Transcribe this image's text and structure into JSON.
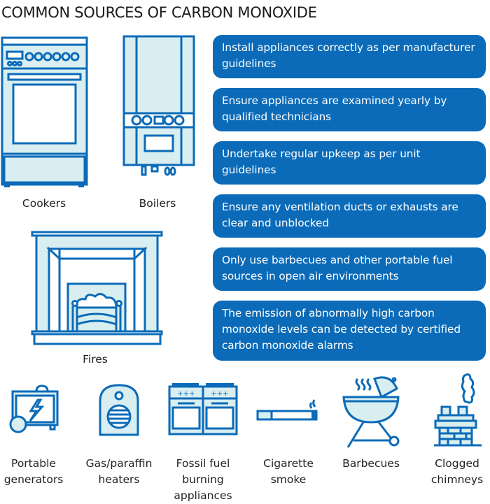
{
  "title": "COMMON SOURCES OF CARBON MONOXIDE",
  "colors": {
    "accent": "#0b6bb8",
    "icon_fill": "#d8eef0"
  },
  "main_sources": [
    {
      "icon": "cooker-icon",
      "label": "Cookers"
    },
    {
      "icon": "boiler-icon",
      "label": "Boilers"
    },
    {
      "icon": "fireplace-icon",
      "label": "Fires"
    }
  ],
  "tips": [
    "Install appliances correctly as per manufacturer guidelines",
    "Ensure appliances are examined yearly by qualified technicians",
    "Undertake regular upkeep as per unit guidelines",
    "Ensure any ventilation ducts or exhausts are clear and unblocked",
    "Only use barbecues and other portable fuel sources in open air environments",
    "The emission of abnormally high carbon monoxide levels can be detected by certified carbon monoxide alarms"
  ],
  "other_sources": [
    {
      "icon": "generator-icon",
      "line1": "Portable",
      "line2": "generators",
      "line3": ""
    },
    {
      "icon": "heater-icon",
      "line1": "Gas/paraffin",
      "line2": "heaters",
      "line3": ""
    },
    {
      "icon": "range-cooker-icon",
      "line1": "Fossil fuel",
      "line2": "burning",
      "line3": "appliances"
    },
    {
      "icon": "cigarette-icon",
      "line1": "Cigarette",
      "line2": "smoke",
      "line3": ""
    },
    {
      "icon": "barbecue-icon",
      "line1": "Barbecues",
      "line2": "",
      "line3": ""
    },
    {
      "icon": "chimney-icon",
      "line1": "Clogged",
      "line2": "chimneys",
      "line3": ""
    }
  ]
}
